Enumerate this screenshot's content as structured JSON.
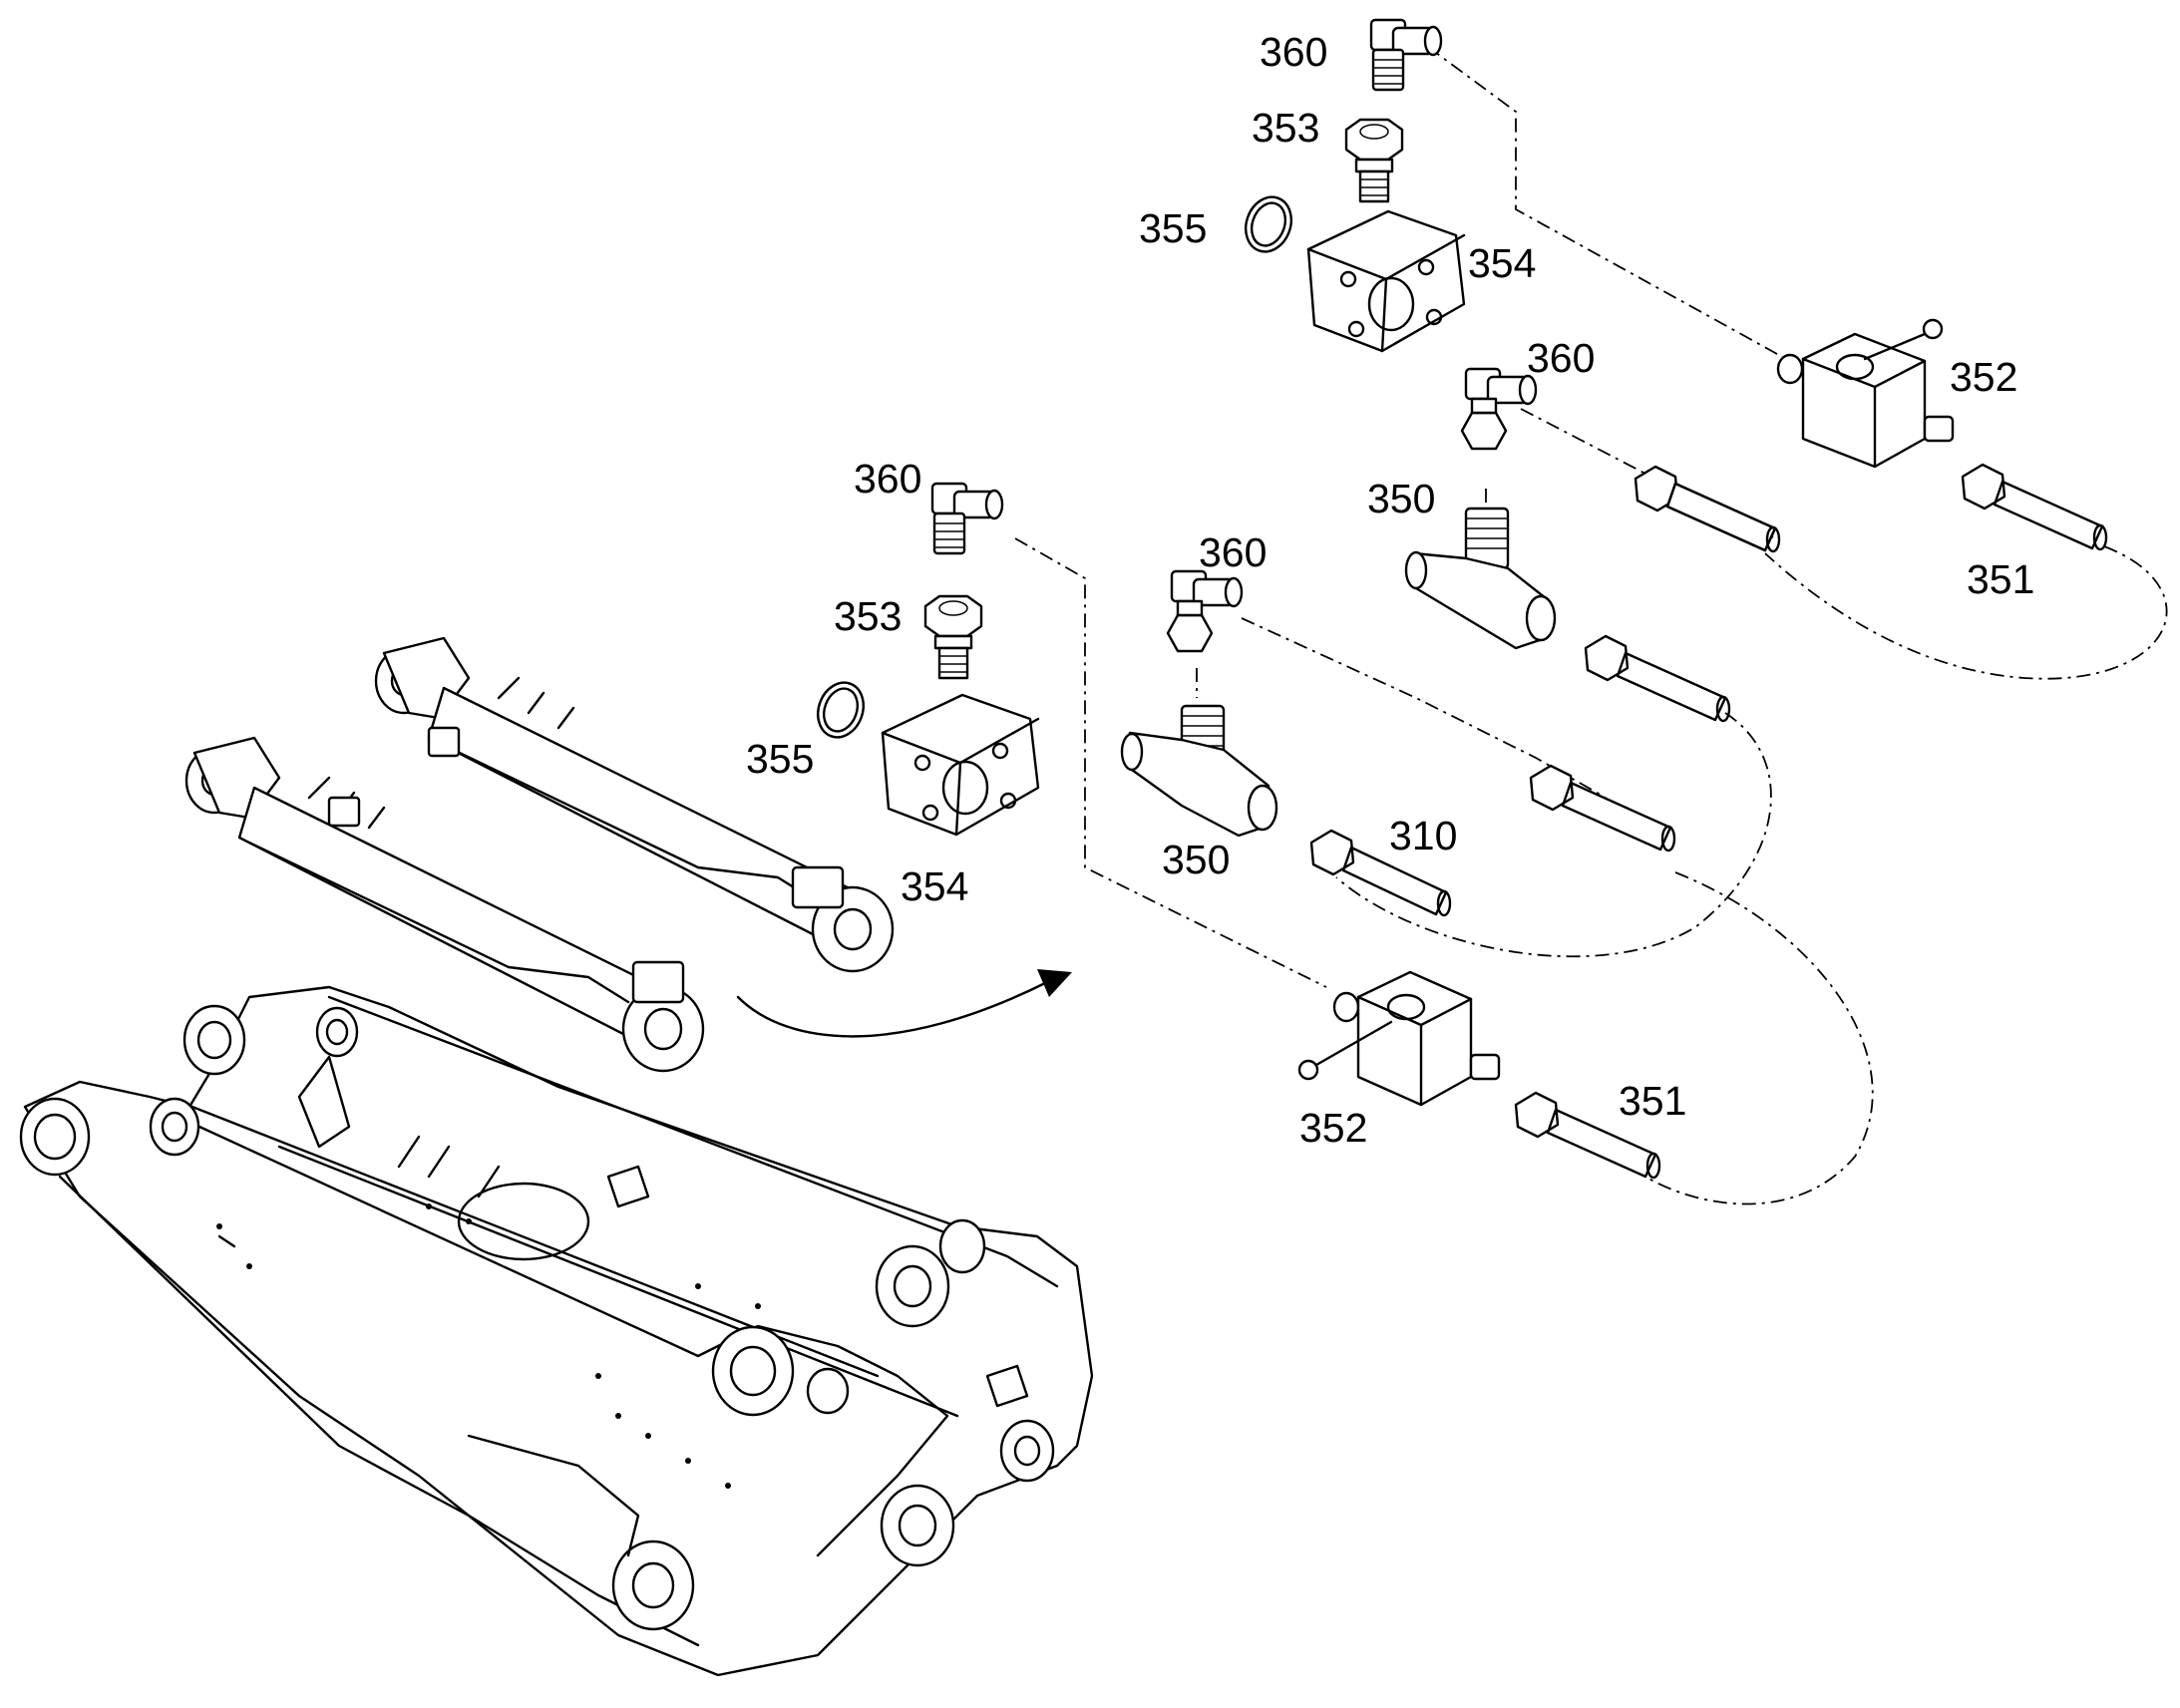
{
  "callouts": {
    "c360_a": "360",
    "c353_a": "353",
    "c355_a": "355",
    "c354_a": "354",
    "c360_b": "360",
    "c352_a": "352",
    "c350_a": "350",
    "c351_a": "351",
    "c360_c": "360",
    "c353_b": "353",
    "c355_b": "355",
    "c354_b": "354",
    "c360_d": "360",
    "c350_b": "350",
    "c310": "310",
    "c352_b": "352",
    "c351_b": "351"
  }
}
